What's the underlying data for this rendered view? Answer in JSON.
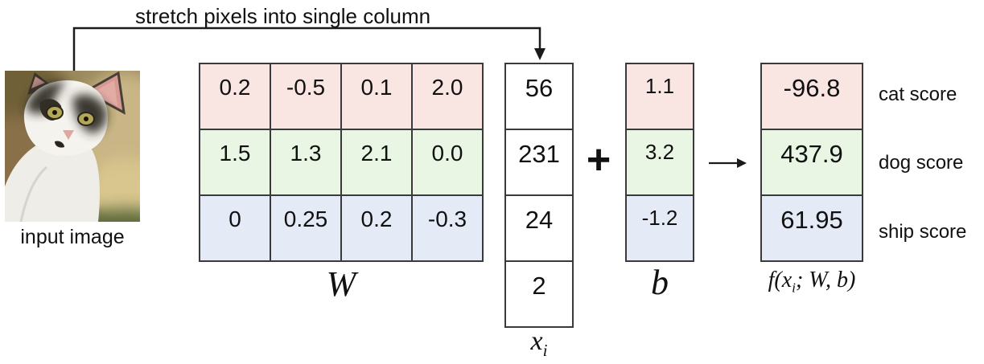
{
  "diagram_title": "stretch pixels into single column",
  "input_image": {
    "label": "input image",
    "content": "cat-photo"
  },
  "weight_matrix": {
    "label": "W",
    "rows": [
      {
        "class_name": "cat",
        "values": [
          "0.2",
          "-0.5",
          "0.1",
          "2.0"
        ]
      },
      {
        "class_name": "dog",
        "values": [
          "1.5",
          "1.3",
          "2.1",
          "0.0"
        ]
      },
      {
        "class_name": "ship",
        "values": [
          "0",
          "0.25",
          "0.2",
          "-0.3"
        ]
      }
    ]
  },
  "pixel_vector": {
    "label_base": "x",
    "label_sub": "i",
    "values": [
      "56",
      "231",
      "24",
      "2"
    ]
  },
  "operators": {
    "plus": "+"
  },
  "bias_vector": {
    "label": "b",
    "values": [
      "1.1",
      "3.2",
      "-1.2"
    ]
  },
  "output_vector": {
    "label_pre": "f(x",
    "label_sub": "i",
    "label_post": "; W, b)",
    "values": [
      "-96.8",
      "437.9",
      "61.95"
    ]
  },
  "score_labels": [
    "cat score",
    "dog score",
    "ship score"
  ],
  "colors": {
    "cat_row": "#f9e5e1",
    "dog_row": "#e9f6e4",
    "ship_row": "#e4eaf6",
    "grid_border": "#3a3a3a",
    "background": "#ffffff",
    "arrow": "#1a1a1a"
  }
}
